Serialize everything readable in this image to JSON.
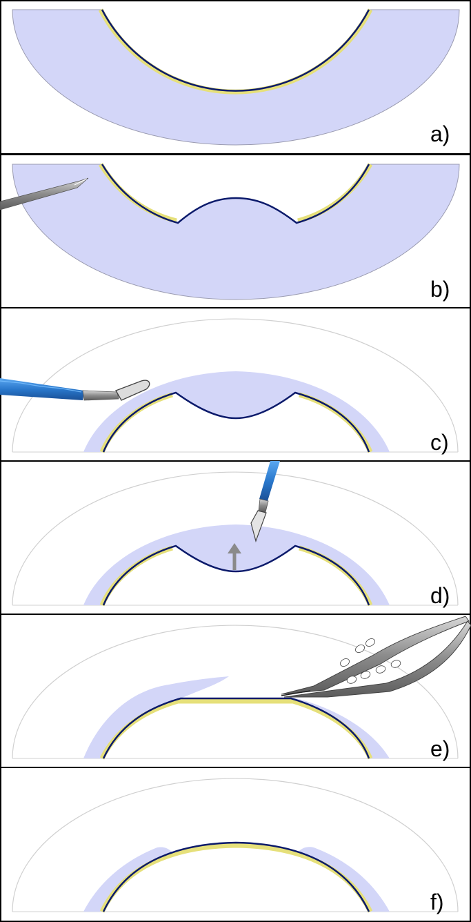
{
  "figure": {
    "panels": [
      {
        "id": "a",
        "label": "a)",
        "tool": ""
      },
      {
        "id": "b",
        "label": "b)",
        "tool": "blade-icon"
      },
      {
        "id": "c",
        "label": "c)",
        "tool": "spatula-icon"
      },
      {
        "id": "d",
        "label": "d)",
        "tool": "knife-icon"
      },
      {
        "id": "e",
        "label": "e)",
        "tool": "scissors-icon"
      },
      {
        "id": "f",
        "label": "f)",
        "tool": ""
      }
    ],
    "colors": {
      "tissue": "#d3d6f8",
      "tissue_outline": "#9a9bb0",
      "membrane_dark": "#0b1a6b",
      "membrane_yellow": "#e6e07a",
      "ghost_outline": "#cfcfcf",
      "handle_blue": "#2f7fd0",
      "metal": "#9a9a9a",
      "arrow": "#8a8a8a",
      "frame": "#000000"
    }
  }
}
